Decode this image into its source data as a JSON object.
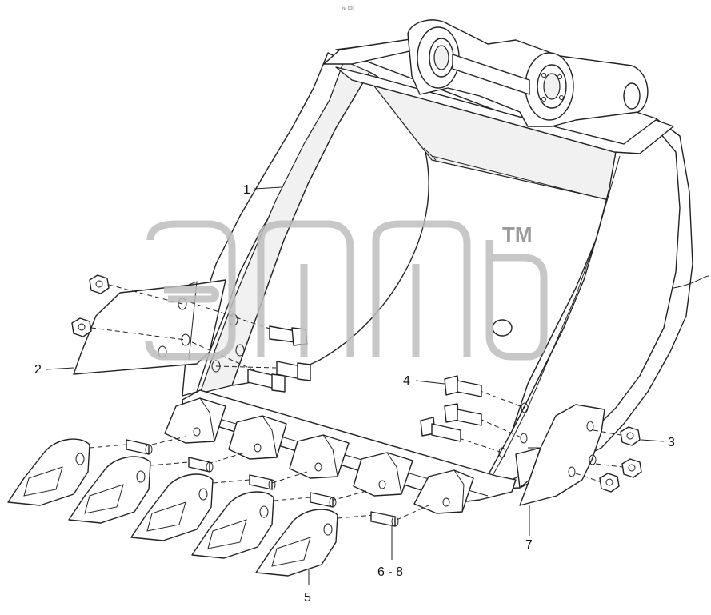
{
  "top_note": "№ 000",
  "callouts": {
    "c1": "1",
    "c2": "2",
    "c3": "3",
    "c4": "4",
    "c5": "5",
    "c6": "6 - 8",
    "c7": "7"
  },
  "watermark": {
    "tm": "TM",
    "color": "#bdbdbd"
  },
  "colors": {
    "line": "#222222",
    "background": "#ffffff"
  }
}
